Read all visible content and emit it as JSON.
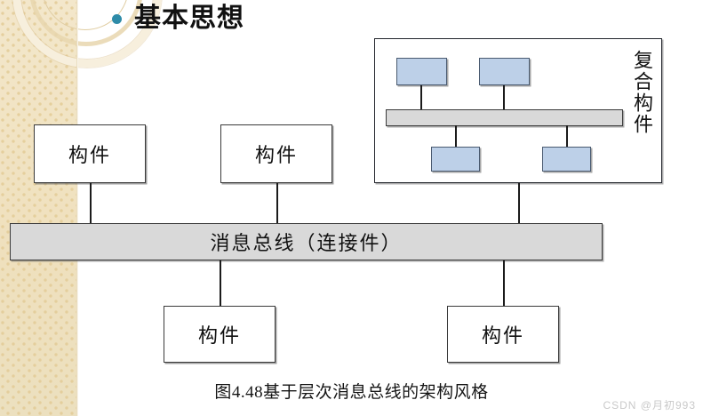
{
  "slide": {
    "title": "基本思想",
    "bullet_color": "#2E8BA8",
    "background_color": "#FFFFFF",
    "sidebar_color": "#F0E2C0"
  },
  "diagram": {
    "caption": "图4.48基于层次消息总线的架构风格",
    "main_bus": {
      "label": "消息总线（连接件）",
      "fill_color": "#D9D9D9",
      "border_color": "#3A3A3A"
    },
    "top_components": [
      {
        "label": "构件"
      },
      {
        "label": "构件"
      }
    ],
    "bottom_components": [
      {
        "label": "构件"
      },
      {
        "label": "构件"
      }
    ],
    "composite": {
      "label": "复合构件",
      "inner_bus_fill": "#D9D9D9",
      "sub_component_fill": "#BDD0E8",
      "sub_components": [
        {
          "position": "top-left"
        },
        {
          "position": "top-right"
        },
        {
          "position": "bottom-left"
        },
        {
          "position": "bottom-right"
        }
      ]
    }
  },
  "watermark": {
    "text": "CSDN @月初993"
  }
}
